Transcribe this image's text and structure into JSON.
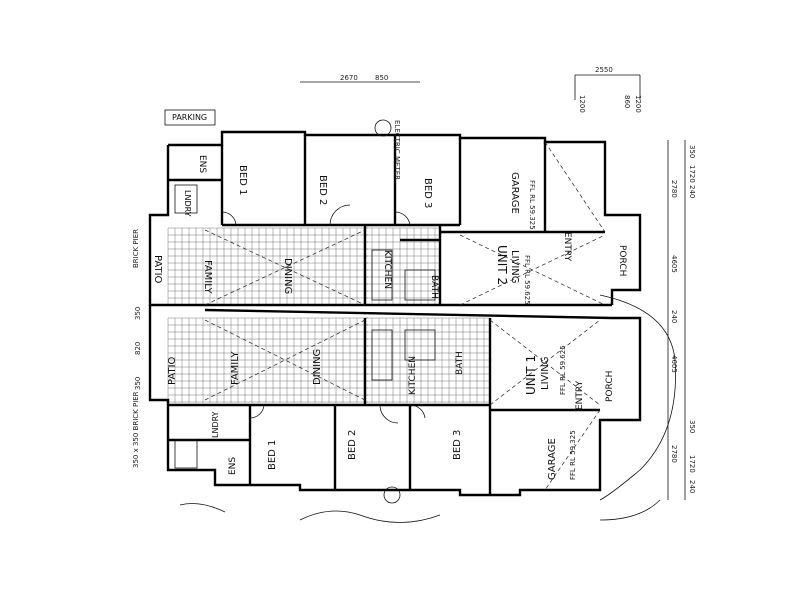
{
  "plan": {
    "top_dims": [
      "2670",
      "850",
      "2550",
      "1200",
      "860",
      "1200"
    ],
    "right_dims": [
      "350",
      "1720",
      "240",
      "2780",
      "4605",
      "240",
      "4605",
      "2780",
      "350",
      "1720",
      "240"
    ],
    "unit2": {
      "unit": "UNIT 2",
      "living": "LIVING",
      "ffl": "FFL RL 59.625",
      "garage": "GARAGE",
      "garage_rl": "FFL RL 59.325",
      "entry": "ENTRY",
      "porch": "PORCH",
      "bed1": "BED 1",
      "bed2": "BED 2",
      "bed3": "BED 3",
      "family": "FAMILY",
      "dining": "DINING",
      "kitchen": "KITCHEN",
      "bath": "BATH",
      "ens": "ENS",
      "lndry": "LNDRY",
      "patio": "PATIO",
      "parking": "PARKING"
    },
    "unit1": {
      "unit": "UNIT 1",
      "living": "LIVING",
      "ffl": "FFL RL 59.625",
      "garage": "GARAGE",
      "garage_rl": "FFL RL 59.325",
      "entry": "ENTRY",
      "porch": "PORCH",
      "bed1": "BED 1",
      "bed2": "BED 2",
      "bed3": "BED 3",
      "family": "FAMILY",
      "dining": "DINING",
      "kitchen": "KITCHEN",
      "bath": "BATH",
      "ens": "ENS",
      "lndry": "LNDRY",
      "patio": "PATIO"
    },
    "brick_pier_top": "BRICK PIER",
    "brick_pier_bot": "350 x 350 BRICK PIER",
    "dims_left": [
      "350",
      "820",
      "350"
    ],
    "electric_meter": "ELECTRIC METER"
  }
}
